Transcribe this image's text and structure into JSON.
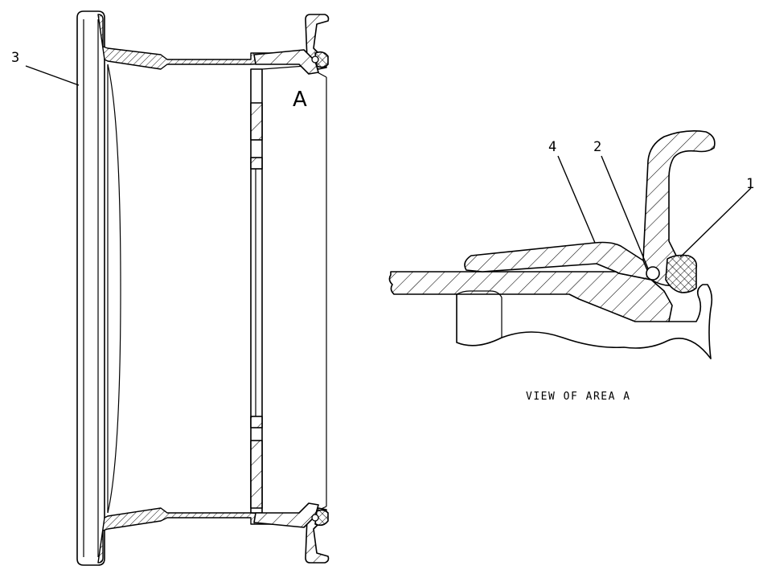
{
  "callouts": {
    "part_1": "1",
    "part_2": "2",
    "part_3": "3",
    "part_4": "4"
  },
  "detail_marker": "A",
  "view_caption": "VIEW OF AREA A"
}
